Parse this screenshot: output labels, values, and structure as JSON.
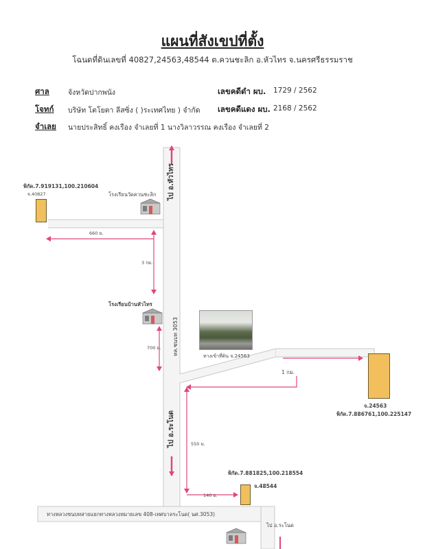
{
  "header": {
    "title": "แผนที่สังเขปที่ตั้ง",
    "subtitle": "โฉนดที่ดินเลขที่ 40827,24563,48544  ต.ควนชะลิก อ.หัวไทร จ.นครศรีธรรมราช"
  },
  "case_info": {
    "court_label": "ศาล",
    "court_value": "จังหวัดปากพนัง",
    "black_case_label": "เลขคดีดำ ผบ.",
    "black_case_value": "1729 / 2562",
    "plaintiff_label": "โจทก์",
    "plaintiff_value": "บริษัท โตโยตา ลีสซิ่ง ( )ระเทศไทย ) จำกัด",
    "red_case_label": "เลขคดีแดง ผบ.",
    "red_case_value": "2168 / 2562",
    "defendant_label": "จำเลย",
    "defendant_value": "นายประสิทธิ์  คงเรือง  จำเลยที่ 1  นางวิลาวรรณ  คงเรือง  จำเลยที่ 2"
  },
  "map": {
    "road_north_label": "ไป อ.หัวไทร",
    "road_south_label": "ไป อ.ระโนด",
    "road_number_label": "ทล.ชนบท 3053",
    "bottom_road_label": "ทางหลวงชนบทสายแยกทางหลวงหมายเลข 408-เทศบาลระโนด( นศ.3053)",
    "bottom_right_label": "ไป อ.ระโนด",
    "school1": "โรงเรียนวัดควนชะลิก",
    "school2": "โรงเรียนบ้านหัวไทร",
    "photo_caption": "ทางเข้าที่ดิน จ.24563",
    "dist_660": "660 ม.",
    "dist_3km": "3 กม.",
    "dist_700": "700 ม.",
    "dist_1km": "1 กม.",
    "dist_550": "550 ม.",
    "dist_140": "140 ม.",
    "plot1_coord": "พิกัด.7.919131,100.210604",
    "plot1_label": "จ.40827",
    "plot2_label": "จ.24563",
    "plot2_coord": "พิกัด.7.886761,100.225147",
    "plot3_coord": "พิกัด.7.881825,100.218554",
    "plot3_label": "จ.48544",
    "colors": {
      "road": "#dcdcdc",
      "arrow": "#e0457b",
      "plot": "#f1bf5c"
    },
    "icons": [
      "school-building-icon",
      "arrow-up-icon",
      "arrow-down-icon"
    ]
  }
}
